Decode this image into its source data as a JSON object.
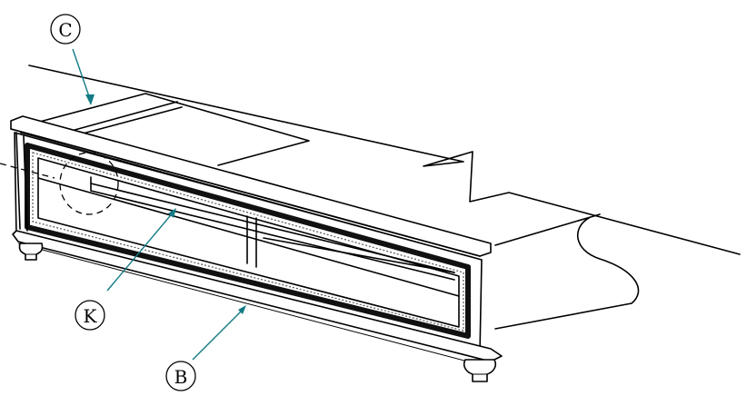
{
  "colors": {
    "line": "#000000",
    "leader": "#137b86",
    "background": "#ffffff"
  },
  "callouts": [
    {
      "id": "C",
      "label": "C"
    },
    {
      "id": "K",
      "label": "K"
    },
    {
      "id": "B",
      "label": "B"
    }
  ]
}
